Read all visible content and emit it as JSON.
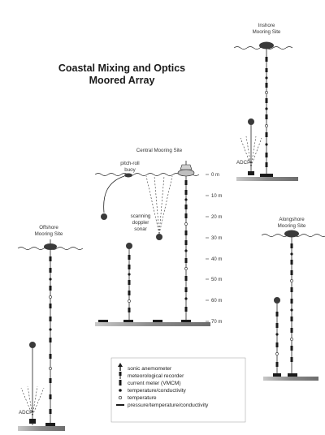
{
  "title": {
    "line1": "Coastal Mixing and Optics",
    "line2": "Moored Array"
  },
  "sites": {
    "inshore": {
      "label_line1": "Inshore",
      "label_line2": "Mooring Site",
      "adcp": "ADCP"
    },
    "central": {
      "label": "Central Mooring Site",
      "pitch_roll_line1": "pitch-roll",
      "pitch_roll_line2": "buoy",
      "sonar_line1": "scanning",
      "sonar_line2": "doppler",
      "sonar_line3": "sonar"
    },
    "alongshore": {
      "label_line1": "Alongshore",
      "label_line2": "Mooring Site"
    },
    "offshore": {
      "label_line1": "Offshore",
      "label_line2": "Mooring Site",
      "adcp": "ADCP"
    }
  },
  "depth_labels": [
    "0 m",
    "10 m",
    "20 m",
    "30 m",
    "40 m",
    "50 m",
    "60 m",
    "70 m"
  ],
  "legend": {
    "items": [
      {
        "icon": "sonic-anemometer-icon",
        "text": "sonic anemometer"
      },
      {
        "icon": "meteorological-recorder-icon",
        "text": "meteorological recorder"
      },
      {
        "icon": "current-meter-icon",
        "text": "current meter (VMCM)"
      },
      {
        "icon": "temperature-conductivity-icon",
        "text": "temperature/conductivity"
      },
      {
        "icon": "temperature-icon",
        "text": "temperature"
      },
      {
        "icon": "pressure-temperature-conductivity-icon",
        "text": "pressure/temperature/conductivity"
      }
    ]
  },
  "colors": {
    "ink": "#1a1a1a",
    "seafloor": "#8a8a8a",
    "buoy": "#3a3a3a"
  }
}
